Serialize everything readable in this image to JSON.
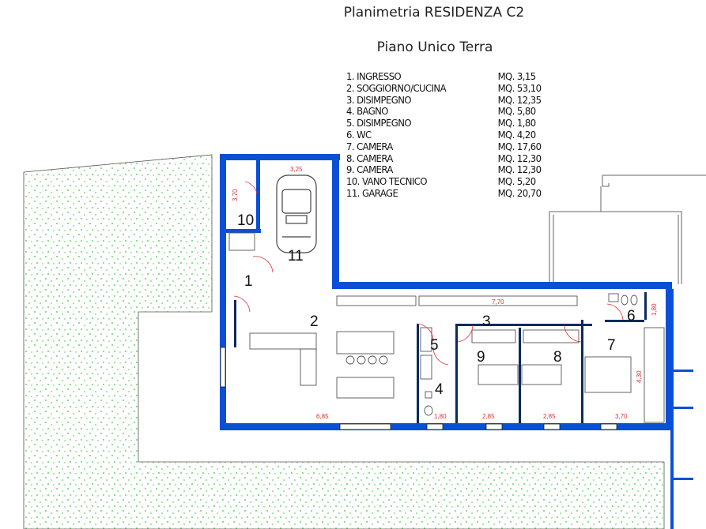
{
  "header": {
    "title": "Planimetria  RESIDENZA C2",
    "subtitle": "Piano Unico Terra"
  },
  "legend": [
    {
      "name": "1. INGRESSO",
      "area": "MQ. 3,15"
    },
    {
      "name": "2. SOGGIORNO/CUCINA",
      "area": "MQ. 53,10"
    },
    {
      "name": "3. DISIMPEGNO",
      "area": "MQ. 12,35"
    },
    {
      "name": "4. BAGNO",
      "area": "MQ. 5,80"
    },
    {
      "name": "5. DISIMPEGNO",
      "area": "MQ. 1,80"
    },
    {
      "name": "6. WC",
      "area": "MQ. 4,20"
    },
    {
      "name": "7. CAMERA",
      "area": "MQ. 17,60"
    },
    {
      "name": "8. CAMERA",
      "area": "MQ. 12,30"
    },
    {
      "name": "9. CAMERA",
      "area": "MQ. 12,30"
    },
    {
      "name": "10. VANO TECNICO",
      "area": "MQ. 5,20"
    },
    {
      "name": "11. GARAGE",
      "area": "MQ. 20,70"
    }
  ],
  "rooms": {
    "r1": "1",
    "r2": "2",
    "r3": "3",
    "r4": "4",
    "r5": "5",
    "r6": "6",
    "r7": "7",
    "r8": "8",
    "r9": "9",
    "r10": "10",
    "r11": "11"
  },
  "dimensions": {
    "corridor": "7,70",
    "garage_width": "3,25",
    "tech_room": "3,70",
    "bedroom7": "4,30",
    "wc": "1,80",
    "living_bottom": "6,85",
    "bath_bottom": "1,80",
    "bed9_bottom": "2,85",
    "bed8_bottom": "2,85",
    "bed7_bottom": "3,70"
  },
  "colors": {
    "wall": "#0a4fd6",
    "garden_dot": "#3cc83c",
    "dimension": "#e03030"
  }
}
